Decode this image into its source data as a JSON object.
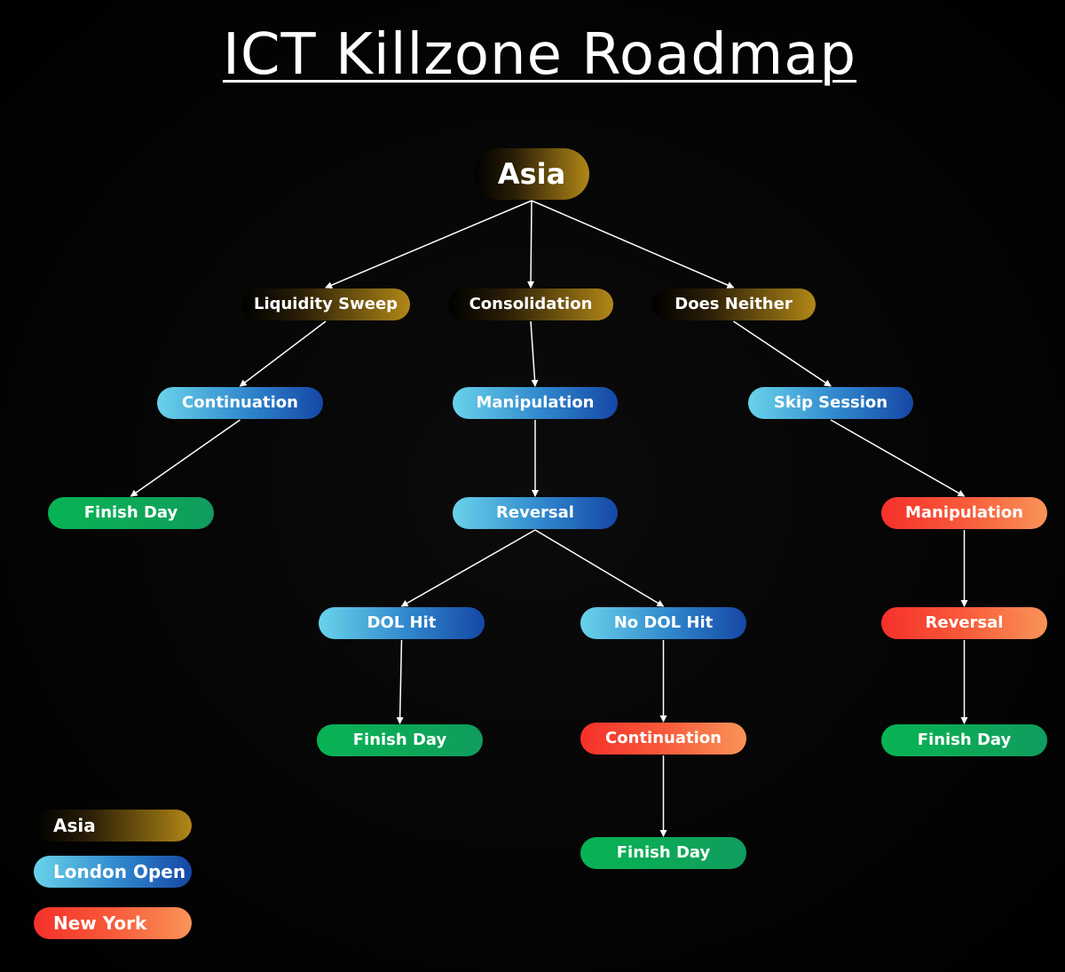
{
  "title": "ICT Killzone Roadmap",
  "colors": {
    "asia": "#b18718",
    "london_open": "#2f86cc",
    "new_york": "#f85a3a",
    "finish": "#07b454",
    "edge": "#ffffff",
    "background": "#000000"
  },
  "nodes": {
    "asia": "Asia",
    "liquidity_sweep": "Liquidity Sweep",
    "consolidation": "Consolidation",
    "does_neither": "Does Neither",
    "continuation_london": "Continuation",
    "manipulation_london": "Manipulation",
    "skip_session": "Skip Session",
    "finish_day_1": "Finish Day",
    "reversal_london": "Reversal",
    "manipulation_ny": "Manipulation",
    "dol_hit": "DOL Hit",
    "no_dol_hit": "No DOL Hit",
    "reversal_ny": "Reversal",
    "finish_day_2": "Finish Day",
    "continuation_ny": "Continuation",
    "finish_day_3": "Finish Day",
    "finish_day_4": "Finish Day"
  },
  "legend": [
    {
      "label": "Asia",
      "session": "asia"
    },
    {
      "label": "London Open",
      "session": "london_open"
    },
    {
      "label": "New York",
      "session": "new_york"
    }
  ],
  "edges": [
    [
      "asia",
      "liquidity_sweep"
    ],
    [
      "asia",
      "consolidation"
    ],
    [
      "asia",
      "does_neither"
    ],
    [
      "liquidity_sweep",
      "continuation_london"
    ],
    [
      "consolidation",
      "manipulation_london"
    ],
    [
      "does_neither",
      "skip_session"
    ],
    [
      "continuation_london",
      "finish_day_1"
    ],
    [
      "manipulation_london",
      "reversal_london"
    ],
    [
      "skip_session",
      "manipulation_ny"
    ],
    [
      "reversal_london",
      "dol_hit"
    ],
    [
      "reversal_london",
      "no_dol_hit"
    ],
    [
      "manipulation_ny",
      "reversal_ny"
    ],
    [
      "dol_hit",
      "finish_day_2"
    ],
    [
      "no_dol_hit",
      "continuation_ny"
    ],
    [
      "reversal_ny",
      "finish_day_3"
    ],
    [
      "continuation_ny",
      "finish_day_4"
    ]
  ]
}
